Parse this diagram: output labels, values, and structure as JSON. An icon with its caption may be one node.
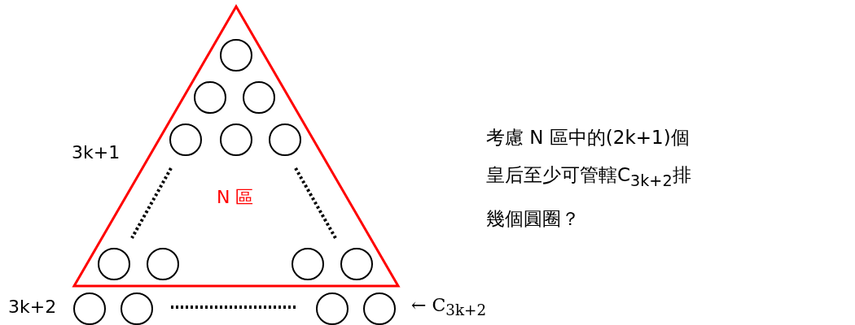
{
  "diagram": {
    "nodes": [
      {
        "text": [
          "N 區"
        ]
      }
    ],
    "labels": [
      "3k+1",
      "3k+2",
      "← C$_{3k+2}$",
      "考慮 N 區中的(2k+1)個皇后至少可管轄C$_{3k+2}$排幾個圓圈？"
    ]
  }
}
